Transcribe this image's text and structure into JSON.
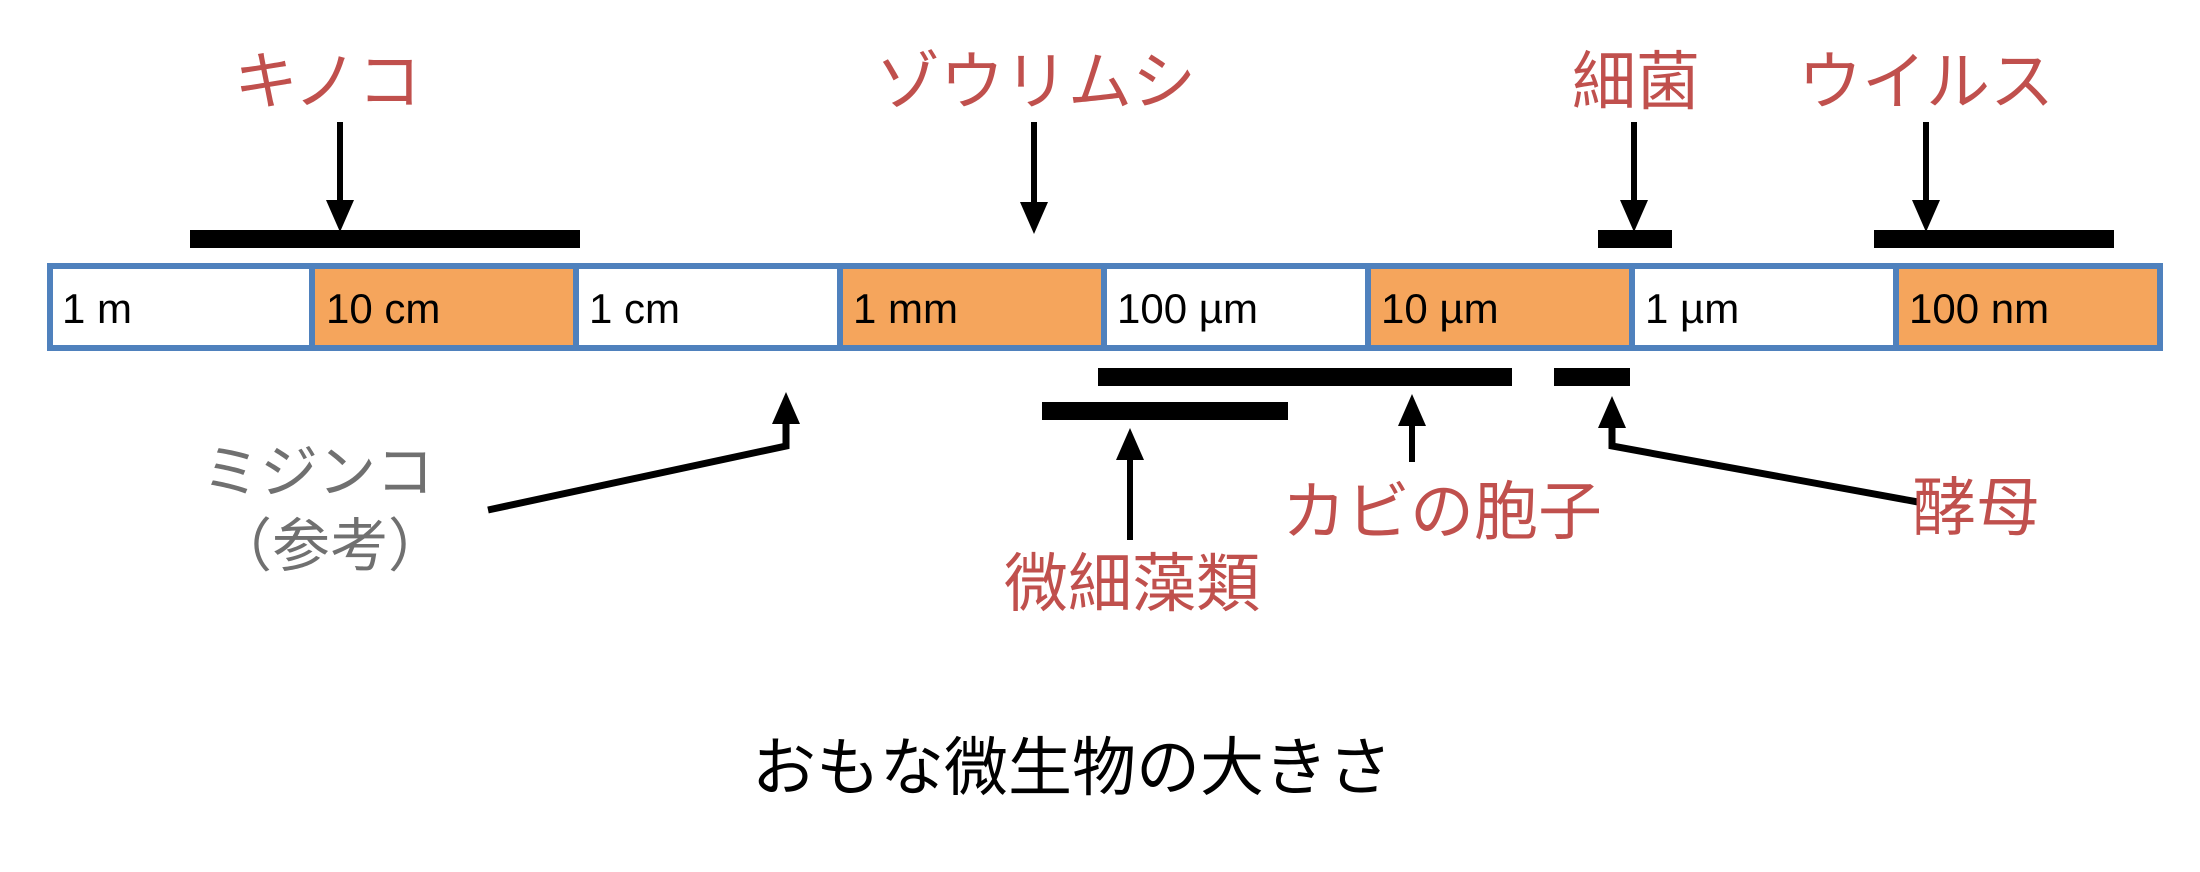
{
  "colors": {
    "accent_red": "#c0504d",
    "orange": "#f5a55c",
    "white": "#ffffff",
    "border_blue": "#4f81bd",
    "black": "#000000",
    "gray": "#707070"
  },
  "scale": {
    "cells": [
      {
        "label": "1 m",
        "fill": "white"
      },
      {
        "label": "10 cm",
        "fill": "orange"
      },
      {
        "label": "1 cm",
        "fill": "white"
      },
      {
        "label": "1 mm",
        "fill": "orange"
      },
      {
        "label": "100 µm",
        "fill": "white"
      },
      {
        "label": "10 µm",
        "fill": "orange"
      },
      {
        "label": "1 µm",
        "fill": "white"
      },
      {
        "label": "100 nm",
        "fill": "orange"
      }
    ]
  },
  "organisms": {
    "kinoko": "キノコ",
    "zourimushi": "ゾウリムシ",
    "saikin": "細菌",
    "virus": "ウイルス",
    "mijinko": "ミジンコ",
    "mijinko_note": "（参考）",
    "kabi": "カビの胞子",
    "sourui": "微細藻類",
    "koubo": "酵母"
  },
  "caption": "おもな微生物の大きさ"
}
